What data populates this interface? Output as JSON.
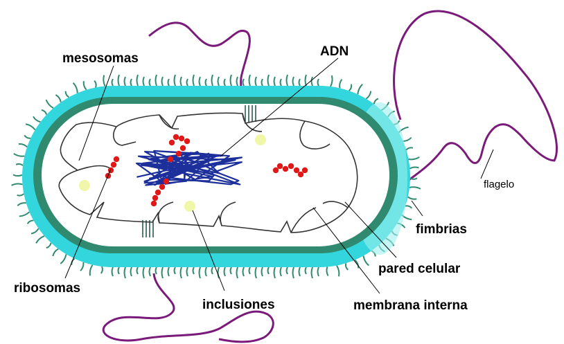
{
  "labels": {
    "mesosomas": "mesosomas",
    "adn": "ADN",
    "flagelo": "flagelo",
    "fimbrias": "fimbrias",
    "pared_celular": "pared celular",
    "membrana_interna": "membrana interna",
    "ribosomas": "ribosomas",
    "inclusiones": "inclusiones"
  },
  "colors": {
    "cell_wall": "#33d6dc",
    "cell_wall_light": "#9cf0ef",
    "inner_membrane": "#2f8a70",
    "fimbriae": "#2f8a70",
    "flagellum": "#7a1a7a",
    "dna": "#1c2f9a",
    "ribosomes": "#e01818",
    "inclusions": "#f0f7a8"
  }
}
